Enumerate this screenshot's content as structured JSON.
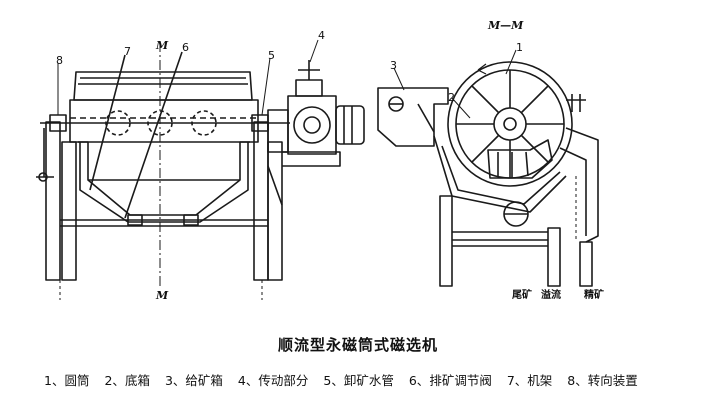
{
  "figure": {
    "title": "顺流型永磁筒式磁选机",
    "section_label": "M—M",
    "axis_marks": {
      "top": "M",
      "bottom": "M"
    },
    "callout_numbers": [
      "1",
      "2",
      "3",
      "4",
      "5",
      "6",
      "7",
      "8"
    ],
    "outlet_labels": [
      "尾矿",
      "溢流",
      "精矿"
    ],
    "legend": [
      {
        "num": "1",
        "name": "圆筒"
      },
      {
        "num": "2",
        "name": "底箱"
      },
      {
        "num": "3",
        "name": "给矿箱"
      },
      {
        "num": "4",
        "name": "传动部分"
      },
      {
        "num": "5",
        "name": "卸矿水管"
      },
      {
        "num": "6",
        "name": "排矿调节阀"
      },
      {
        "num": "7",
        "name": "机架"
      },
      {
        "num": "8",
        "name": "转向装置"
      }
    ]
  }
}
